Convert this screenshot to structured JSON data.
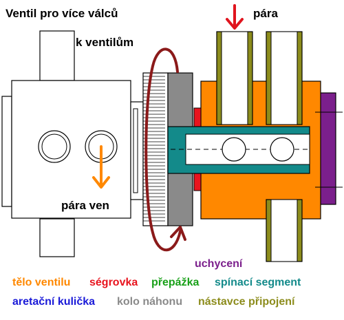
{
  "title": "Ventil pro více válců",
  "labels": {
    "to_valves": "k ventilům",
    "steam_in": "pára",
    "steam_out": "pára ven"
  },
  "legend": {
    "body": "tělo ventilu",
    "segrovka": "ségrovka",
    "partition": "přepážka",
    "switch_segment": "spínací segment",
    "mount": "uchycení",
    "detent_ball": "aretační kulička",
    "drive_wheel": "kolo náhonu",
    "connectors": "nástavce připojení"
  },
  "colors": {
    "body": "#ff8800",
    "segrovka": "#e8141e",
    "partition": "#18a018",
    "switch_segment": "#138a8a",
    "mount": "#7b1f8c",
    "detent_ball": "#1a1ad8",
    "drive_wheel": "#8a8a8a",
    "connectors": "#8c8c1c",
    "rotation_arrow": "#8b1a1a",
    "steam_arrow_in": "#e0141e",
    "steam_arrow_out": "#ff8800",
    "outline": "#000000"
  }
}
